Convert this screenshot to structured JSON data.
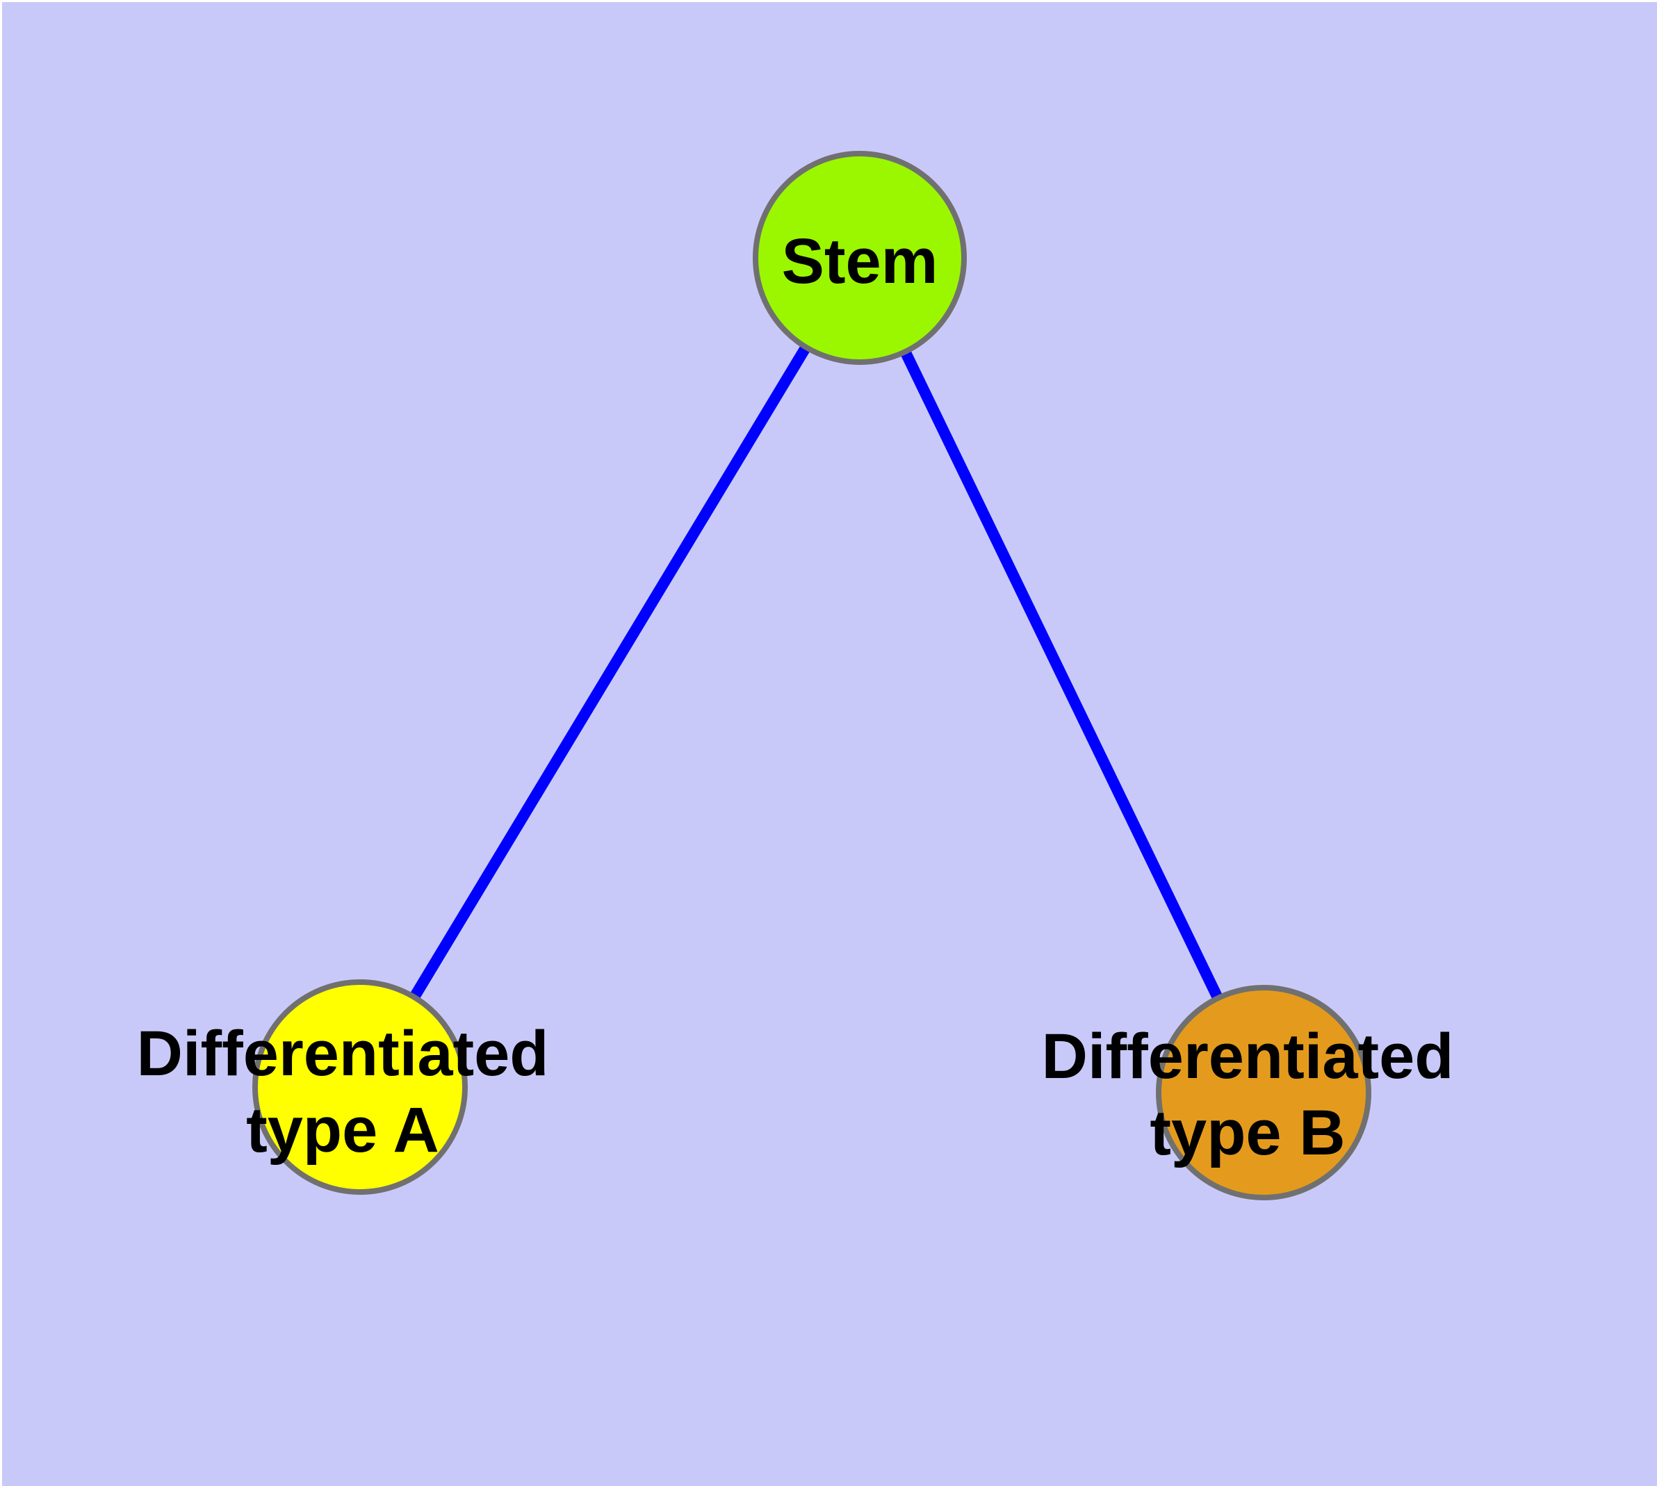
{
  "diagram": {
    "background_color": "#C9C9F9",
    "page_margin_color": "#FFFFFF",
    "edge_color": "#0000FF",
    "node_border_color": "#707070",
    "text_color": "#000000",
    "nodes": {
      "stem": {
        "label": "Stem",
        "fill": "#9AF700"
      },
      "type_a": {
        "label": "Differentiated type A",
        "label_line1": "Differentiated",
        "label_line2": "type A",
        "fill": "#FFFF00"
      },
      "type_b": {
        "label": "Differentiated type B",
        "label_line1": "Differentiated",
        "label_line2": "type B",
        "fill": "#E49B1D"
      }
    },
    "edges": [
      {
        "from": "Stem",
        "to": "Differentiated type A"
      },
      {
        "from": "Stem",
        "to": "Differentiated type B"
      }
    ]
  }
}
